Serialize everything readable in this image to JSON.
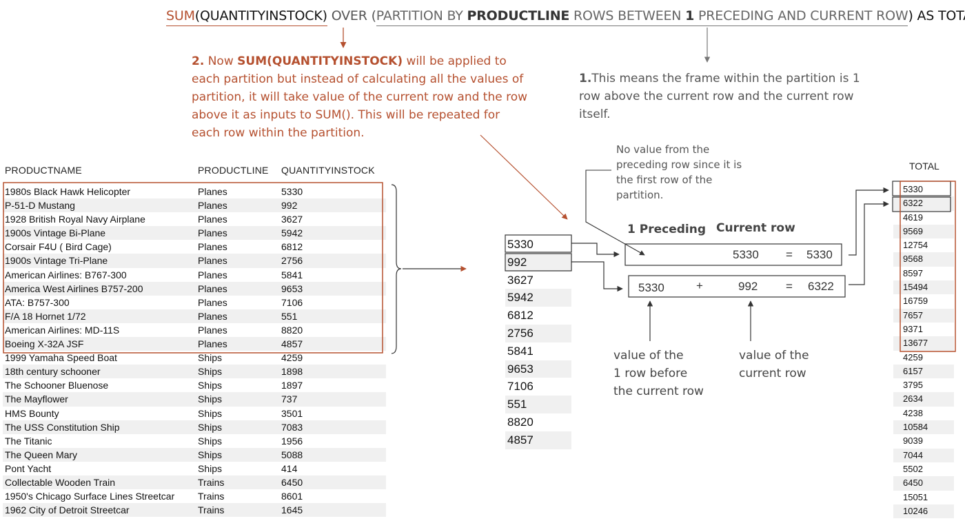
{
  "sql": {
    "p1": "SUM",
    "p2": "(QUANTITYINSTOCK)",
    "p3": " OVER (",
    "p4": "PARTITION BY ",
    "p5": "PRODUCTLINE",
    "p6": " ROWS BETWEEN ",
    "p7": "1",
    "p8": " PRECEDING AND CURRENT ROW",
    "p9": ")",
    "p10": " AS TOTAL"
  },
  "note2": {
    "num": "2.",
    "pre": " Now ",
    "bold": "SUM(QUANTITYINSTOCK)",
    "post": " will be applied to each partition but instead of calculating all the values of partition, it will take value of the current row and the row above it as inputs to SUM(). This will be repeated for each row within the partition."
  },
  "note1": {
    "num": "1.",
    "text": "This means the frame within the partition is 1 row above the current row and the current row itself."
  },
  "note3": "No value from the preceding row since it is the first row of the partition.",
  "table": {
    "headers": [
      "PRODUCTNAME",
      "PRODUCTLINE",
      "QUANTITYINSTOCK"
    ],
    "rows": [
      [
        "1980s Black Hawk Helicopter",
        "Planes",
        "5330"
      ],
      [
        "P-51-D Mustang",
        "Planes",
        "992"
      ],
      [
        "1928 British Royal Navy Airplane",
        "Planes",
        "3627"
      ],
      [
        "1900s Vintage Bi-Plane",
        "Planes",
        "5942"
      ],
      [
        "Corsair F4U ( Bird Cage)",
        "Planes",
        "6812"
      ],
      [
        "1900s Vintage Tri-Plane",
        "Planes",
        "2756"
      ],
      [
        "American Airlines: B767-300",
        "Planes",
        "5841"
      ],
      [
        "America West Airlines B757-200",
        "Planes",
        "9653"
      ],
      [
        "ATA: B757-300",
        "Planes",
        "7106"
      ],
      [
        "F/A 18 Hornet 1/72",
        "Planes",
        "551"
      ],
      [
        "American Airlines: MD-11S",
        "Planes",
        "8820"
      ],
      [
        "Boeing X-32A JSF",
        "Planes",
        "4857"
      ],
      [
        "1999 Yamaha Speed Boat",
        "Ships",
        "4259"
      ],
      [
        "18th century schooner",
        "Ships",
        "1898"
      ],
      [
        "The Schooner Bluenose",
        "Ships",
        "1897"
      ],
      [
        "The Mayflower",
        "Ships",
        "737"
      ],
      [
        "HMS Bounty",
        "Ships",
        "3501"
      ],
      [
        "The USS Constitution Ship",
        "Ships",
        "7083"
      ],
      [
        "The Titanic",
        "Ships",
        "1956"
      ],
      [
        "The Queen Mary",
        "Ships",
        "5088"
      ],
      [
        "Pont Yacht",
        "Ships",
        "414"
      ],
      [
        "Collectable Wooden Train",
        "Trains",
        "6450"
      ],
      [
        "1950's Chicago Surface Lines Streetcar",
        "Trains",
        "8601"
      ],
      [
        "1962 City of Detroit Streetcar",
        "Trains",
        "1645"
      ]
    ]
  },
  "values": [
    "5330",
    "992",
    "3627",
    "5942",
    "6812",
    "2756",
    "5841",
    "9653",
    "7106",
    "551",
    "8820",
    "4857"
  ],
  "calc": {
    "head_preceding": "1 Preceding",
    "head_current": "Current row",
    "row1": {
      "current": "5330",
      "eq": "=",
      "result": "5330"
    },
    "row2": {
      "preceding": "5330",
      "plus": "+",
      "current": "992",
      "eq": "=",
      "result": "6322"
    },
    "label_before": "value of the\n1 row before\nthe current row",
    "label_current": "value of the\ncurrent row"
  },
  "totals": {
    "title": "TOTAL",
    "values": [
      "5330",
      "6322",
      "4619",
      "9569",
      "12754",
      "9568",
      "8597",
      "15494",
      "16759",
      "7657",
      "9371",
      "13677",
      "4259",
      "6157",
      "3795",
      "2634",
      "4238",
      "10584",
      "9039",
      "7044",
      "5502",
      "6450",
      "15051",
      "10246"
    ]
  },
  "colors": {
    "accent": "#b5502f",
    "grey": "#555555",
    "stripe": "#f0f0f0"
  }
}
